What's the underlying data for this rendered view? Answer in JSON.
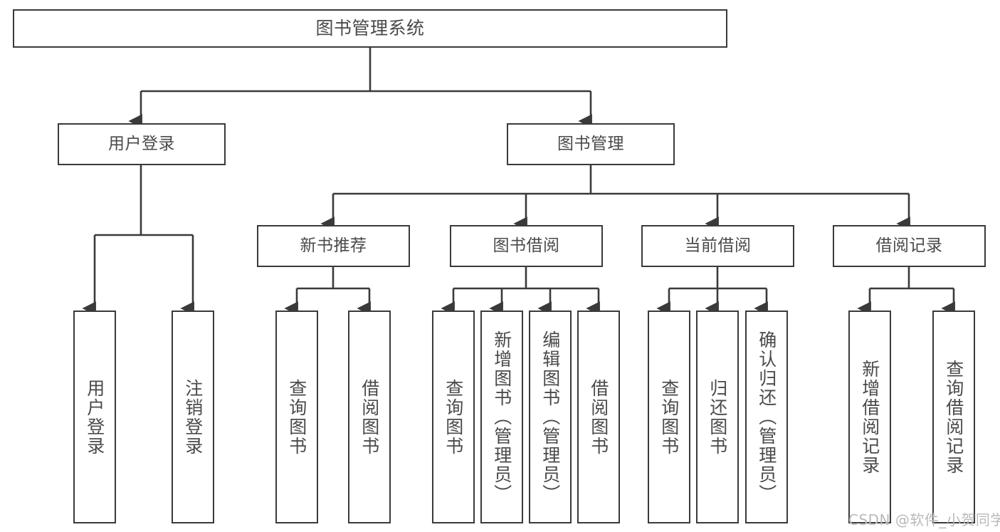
{
  "diagram": {
    "title": "图书管理系统",
    "type": "tree",
    "background_color": "#ffffff",
    "line_color": "#3a3a3a",
    "text_color": "#4a4a4a"
  },
  "root": {
    "label": "图书管理系统"
  },
  "level2": [
    {
      "label": "用户登录"
    },
    {
      "label": "图书管理"
    }
  ],
  "level3": [
    {
      "label": "新书推荐"
    },
    {
      "label": "图书借阅"
    },
    {
      "label": "当前借阅"
    },
    {
      "label": "借阅记录"
    }
  ],
  "leaves": {
    "user_login": [
      {
        "label": "用户登录"
      },
      {
        "label": "注销登录"
      }
    ],
    "new_book": [
      {
        "label": "查询图书"
      },
      {
        "label": "借阅图书"
      }
    ],
    "borrow_book": [
      {
        "label": "查询图书"
      },
      {
        "label": "新增图书（管理员）"
      },
      {
        "label": "编辑图书（管理员）"
      },
      {
        "label": "借阅图书"
      }
    ],
    "current_borrow": [
      {
        "label": "查询图书"
      },
      {
        "label": "归还图书"
      },
      {
        "label": "确认归还（管理员）"
      }
    ],
    "borrow_record": [
      {
        "label": "新增借阅记录"
      },
      {
        "label": "查询借阅记录"
      }
    ]
  },
  "watermark": {
    "text": "CSDN @软件_小贺同学"
  }
}
